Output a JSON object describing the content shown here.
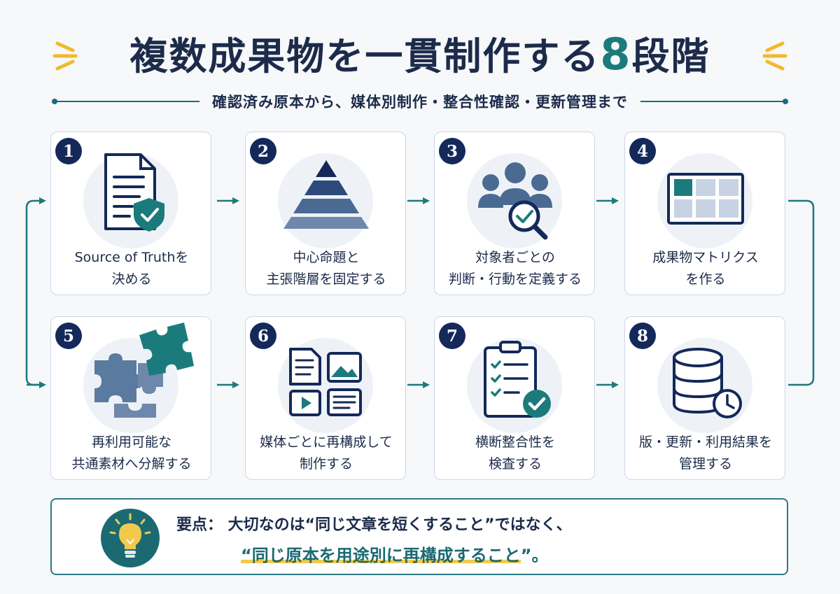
{
  "header": {
    "title_main": "複数成果物を一貫制作する",
    "title_number": "8",
    "title_suffix": "段階",
    "subtitle": "確認済み原本から、媒体別制作・整合性確認・更新管理まで"
  },
  "steps": [
    {
      "number": "1",
      "icon": "document-shield-icon",
      "line1": "Source of Truthを",
      "line2": "決める"
    },
    {
      "number": "2",
      "icon": "pyramid-icon",
      "line1": "中心命題と",
      "line2": "主張階層を固定する"
    },
    {
      "number": "3",
      "icon": "audience-search-icon",
      "line1": "対象者ごとの",
      "line2": "判断・行動を定義する"
    },
    {
      "number": "4",
      "icon": "matrix-grid-icon",
      "line1": "成果物マトリクス",
      "line2": "を作る"
    },
    {
      "number": "5",
      "icon": "puzzle-icon",
      "line1": "再利用可能な",
      "line2": "共通素材へ分解する"
    },
    {
      "number": "6",
      "icon": "media-tiles-icon",
      "line1": "媒体ごとに再構成して",
      "line2": "制作する"
    },
    {
      "number": "7",
      "icon": "checklist-icon",
      "line1": "横断整合性を",
      "line2": "検査する"
    },
    {
      "number": "8",
      "icon": "database-clock-icon",
      "line1": "版・更新・利用結果を",
      "line2": "管理する"
    }
  ],
  "keypoint": {
    "icon": "lightbulb-icon",
    "line1": "要点： 大切なのは“同じ文章を短くすること”ではなく、",
    "line2_main": "“同じ原本を用途別に再構成すること",
    "line2_tail": "”。"
  },
  "colors": {
    "navy": "#14295a",
    "teal": "#1b7b7c",
    "slate": "#4a6a92",
    "accent_yellow": "#f3c94d"
  }
}
